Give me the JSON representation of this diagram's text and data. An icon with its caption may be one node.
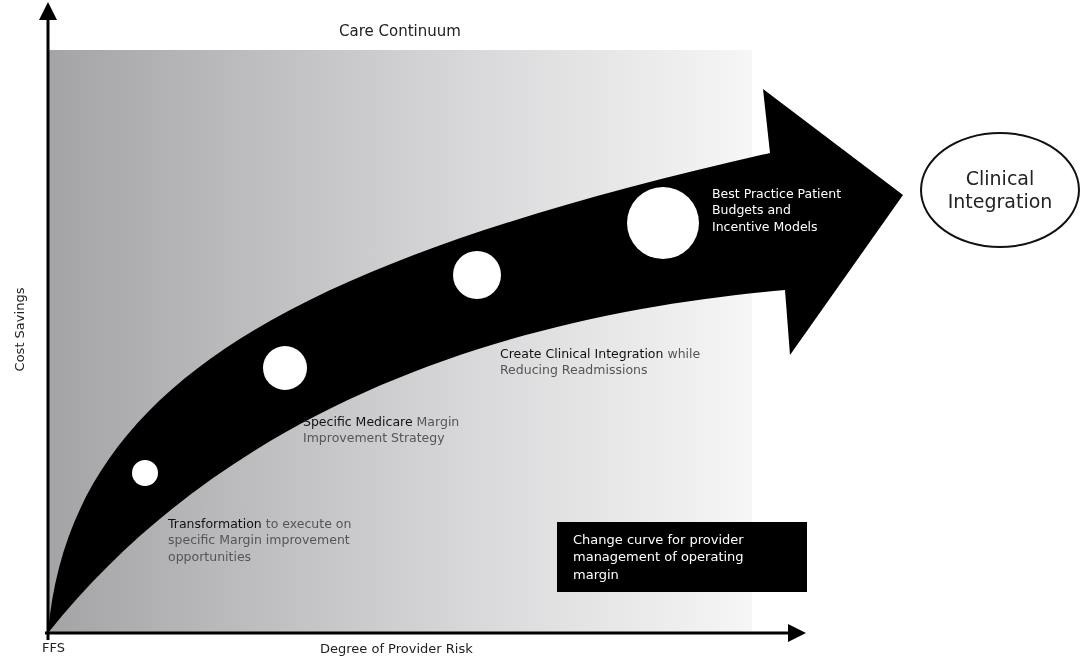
{
  "diagram": {
    "nodes": [
      {
        "text": [
          "Care Continuum"
        ]
      },
      {
        "text": [],
        "shape": "circle",
        "in": 0,
        "beside": [
          "**Transformation** to execute on specific Margin improvement opportunities"
        ]
      },
      {
        "text": [],
        "shape": "circle",
        "in": 0,
        "beside": [
          "**Specific Medicare** Margin Improvement Strategy"
        ]
      },
      {
        "text": [],
        "shape": "circle",
        "in": 0,
        "beside": [
          "**Create Clinical Integration** while Reducing Readmissions"
        ]
      },
      {
        "text": [],
        "shape": "circle",
        "in": 0,
        "beside": [
          "Best Practice Patient Budgets and Incentive Models"
        ]
      },
      {
        "text": [
          "Clinical Integration"
        ]
      },
      {
        "text": [
          "Change curve for provider management of operating margin"
        ]
      }
    ],
    "labels": [
      "Cost Savings",
      "FFS",
      "Degree of Provider Risk"
    ]
  }
}
